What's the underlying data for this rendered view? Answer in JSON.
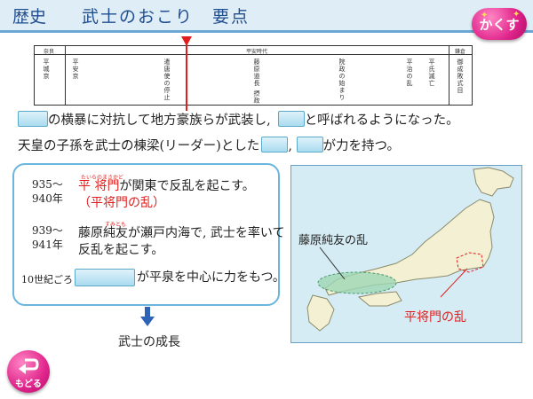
{
  "header": {
    "subject": "歴史",
    "title": "武士のおこり　要点",
    "hide_button": "かくす"
  },
  "timeline": {
    "headers": [
      "奈良",
      "平安時代",
      "鎌倉"
    ],
    "events": [
      "平城京",
      "平安京",
      "遣唐使の停止",
      "藤原道長 摂政",
      "院政の始まり",
      "平治の乱",
      "平氏滅亡",
      "御成敗式目"
    ]
  },
  "sentences": {
    "s1_text": "の横暴に対抗して地方豪族らが武装し,",
    "s1_end": "と呼ばれるようになった。",
    "s2_text": "天皇の子孫を武士の棟梁(リーダー)とした",
    "s2_comma": ",",
    "s2_end": "が力を持つ。"
  },
  "events": {
    "e1_year": "935～\n940年",
    "e1_ruby": "たいらのまさかど",
    "e1_name": "平 将門",
    "e1_text": "が関東で反乱を起こす。",
    "e1_sub": "（平将門の乱）",
    "e2_year": "939～\n941年",
    "e2_ruby": "すみとも",
    "e2_text1": "藤原純友が瀬戸内海で, 武士を率いて",
    "e2_text2": "反乱を起こす。",
    "e3_year": "10世紀ごろ",
    "e3_text": "が平泉を中心に力をもつ。"
  },
  "result": "武士の成長",
  "map": {
    "label_sumitomo": "藤原純友の乱",
    "label_masakado": "平将門の乱"
  },
  "back_button": "もどる",
  "colors": {
    "title": "#1f4d8f",
    "accent_pink": "#e0248b",
    "highlight_red": "#e01e1e",
    "blank_blue": "#a9dbef"
  }
}
